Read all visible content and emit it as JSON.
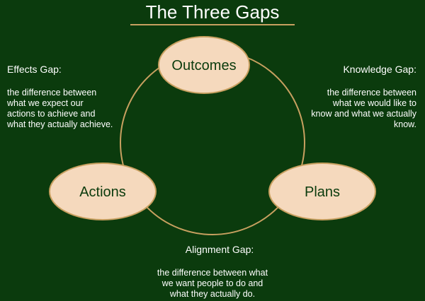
{
  "title": "The Three Gaps",
  "nodes": {
    "outcomes": "Outcomes",
    "actions": "Actions",
    "plans": "Plans"
  },
  "gaps": {
    "effects": {
      "title": "Effects Gap:",
      "desc": "the difference between what we expect our actions to achieve and what they actually achieve."
    },
    "knowledge": {
      "title": "Knowledge Gap:",
      "desc": "the difference between what we would like to know and what we actually know."
    },
    "alignment": {
      "title": "Alignment Gap:",
      "desc": "the difference between what we want people to do and what they actually do."
    }
  },
  "colors": {
    "background": "#0b3b0d",
    "node_fill": "#f5d9bd",
    "stroke": "#c8a060"
  }
}
